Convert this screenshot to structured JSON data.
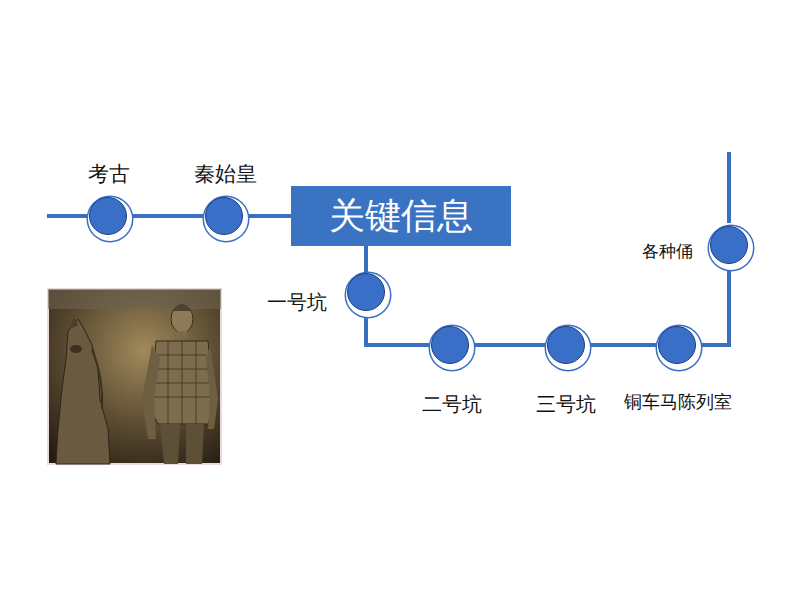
{
  "diagram": {
    "nodes": [
      {
        "text": [
          "考古"
        ]
      },
      {
        "text": [
          "秦始皇"
        ]
      },
      {
        "text": [
          "关键信息"
        ]
      },
      {
        "text": [
          "一号坑"
        ]
      },
      {
        "text": [
          "二号坑"
        ]
      },
      {
        "text": [
          "三号坑"
        ]
      },
      {
        "text": [
          "铜车马陈列室"
        ]
      },
      {
        "text": [
          "各种俑"
        ]
      }
    ],
    "edges": [
      {
        "from": 0,
        "to": 1,
        "arrow": "none"
      },
      {
        "from": 1,
        "to": 2,
        "arrow": "none"
      },
      {
        "from": 2,
        "to": 3,
        "arrow": "none"
      },
      {
        "from": 3,
        "to": 4,
        "arrow": "none"
      },
      {
        "from": 4,
        "to": 5,
        "arrow": "none"
      },
      {
        "from": 5,
        "to": 6,
        "arrow": "none"
      },
      {
        "from": 6,
        "to": 7,
        "arrow": "none"
      }
    ]
  }
}
